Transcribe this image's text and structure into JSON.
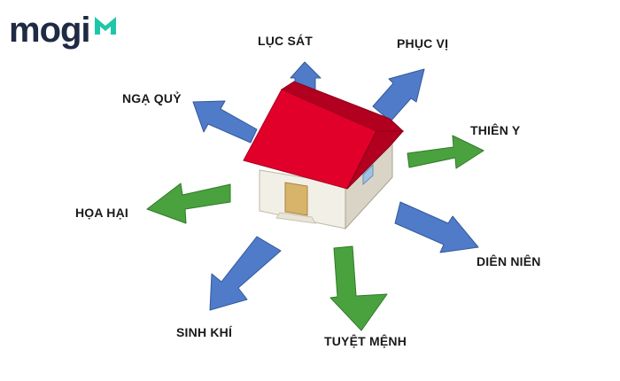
{
  "logo": {
    "text": "mogi",
    "name": "mogi-logo",
    "mark_color": "#1fc7a9",
    "text_color": "#1f2a44"
  },
  "colors": {
    "good_arrow": "#4aa23e",
    "bad_arrow": "#4f7bc9",
    "roof": "#e0002a",
    "roof_shade": "#b20020",
    "wall": "#f2efe6",
    "wall_shade": "#d9d4c5"
  },
  "directions": [
    {
      "label": "LỤC SÁT",
      "type": "bad"
    },
    {
      "label": "PHỤC VỊ",
      "type": "bad"
    },
    {
      "label": "THIÊN Y",
      "type": "good"
    },
    {
      "label": "DIÊN NIÊN",
      "type": "bad"
    },
    {
      "label": "TUYỆT MỆNH",
      "type": "good"
    },
    {
      "label": "SINH KHÍ",
      "type": "bad"
    },
    {
      "label": "HỌA HẠI",
      "type": "good"
    },
    {
      "label": "NGẠ QUỶ",
      "type": "bad"
    }
  ]
}
